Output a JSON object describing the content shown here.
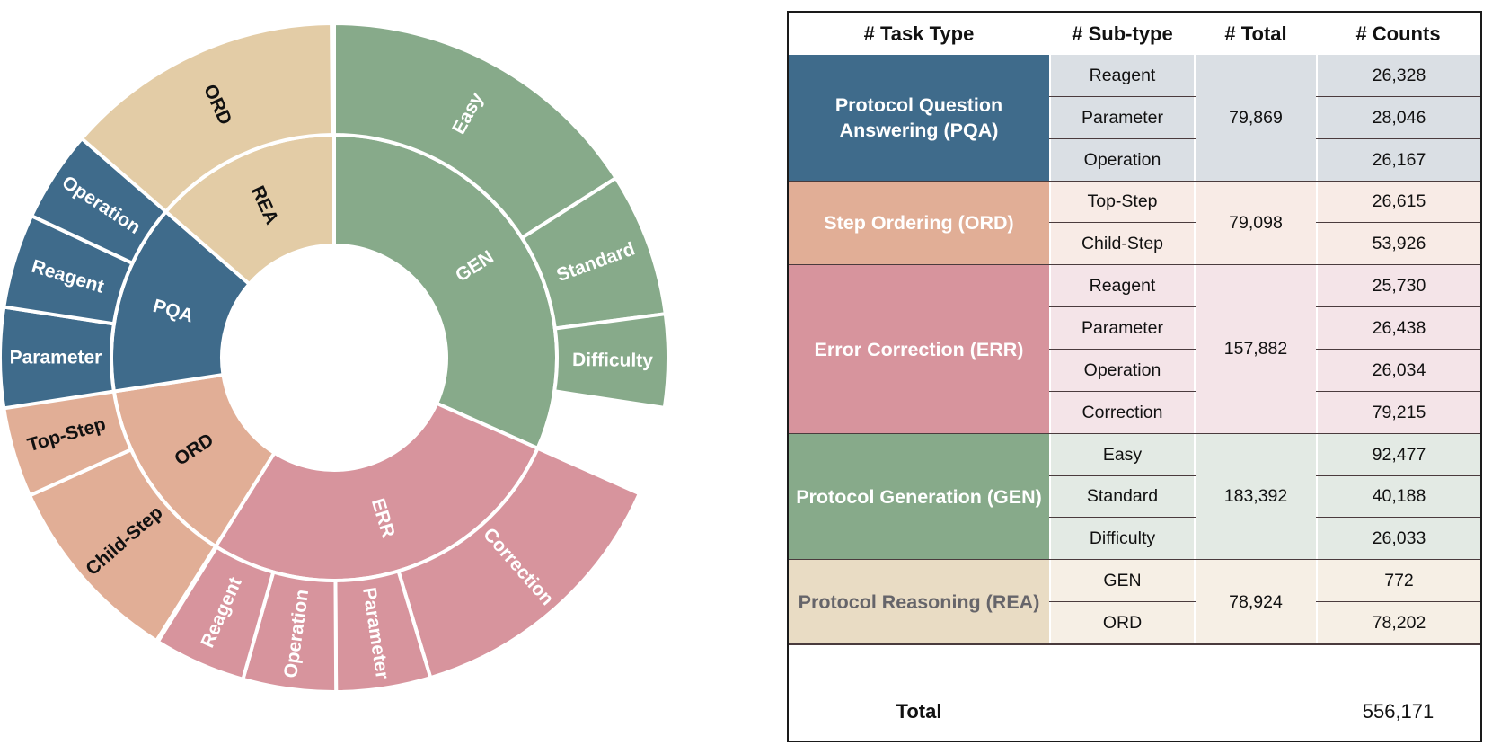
{
  "chart_data": [
    {
      "type": "sunburst",
      "inner_ring": [
        {
          "label": "GEN",
          "value": 183392,
          "color": "#87aa8a",
          "text_color": "#ffffff"
        },
        {
          "label": "ERR",
          "value": 157882,
          "color": "#d7949d",
          "text_color": "#ffffff"
        },
        {
          "label": "ORD",
          "value": 79098,
          "color": "#e1ae96",
          "text_color": "#111111"
        },
        {
          "label": "PQA",
          "value": 79869,
          "color": "#3f6b8b",
          "text_color": "#ffffff"
        },
        {
          "label": "REA",
          "value": 78924,
          "color": "#e3cca6",
          "text_color": "#111111"
        }
      ],
      "outer_ring": [
        {
          "parent": "GEN",
          "label": "Easy",
          "value": 92477
        },
        {
          "parent": "GEN",
          "label": "Standard",
          "value": 40188
        },
        {
          "parent": "GEN",
          "label": "Difficulty",
          "value": 26033
        },
        {
          "parent": "ERR",
          "label": "Correction",
          "value": 79215
        },
        {
          "parent": "ERR",
          "label": "Parameter",
          "value": 26438
        },
        {
          "parent": "ERR",
          "label": "Operation",
          "value": 26034
        },
        {
          "parent": "ERR",
          "label": "Reagent",
          "value": 25730
        },
        {
          "parent": "ORD",
          "label": "Child-Step",
          "value": 53926
        },
        {
          "parent": "ORD",
          "label": "Top-Step",
          "value": 26615
        },
        {
          "parent": "PQA",
          "label": "Parameter",
          "value": 28046
        },
        {
          "parent": "PQA",
          "label": "Reagent",
          "value": 26328
        },
        {
          "parent": "PQA",
          "label": "Operation",
          "value": 26167
        },
        {
          "parent": "REA",
          "label": "ORD",
          "value": 78202
        }
      ]
    },
    {
      "type": "table",
      "columns": [
        "# Task Type",
        "# Sub-type",
        "# Total",
        "# Counts"
      ],
      "groups": [
        {
          "task": "Protocol Question Answering (PQA)",
          "total": "79,869",
          "color": "#3f6b8b",
          "light": "#dadfe4",
          "text_color": "#ffffff",
          "rows": [
            {
              "subtype": "Reagent",
              "count": "26,328"
            },
            {
              "subtype": "Parameter",
              "count": "28,046"
            },
            {
              "subtype": "Operation",
              "count": "26,167"
            }
          ]
        },
        {
          "task": "Step Ordering (ORD)",
          "total": "79,098",
          "color": "#e1ae96",
          "light": "#f8ebe6",
          "text_color": "#ffffff",
          "rows": [
            {
              "subtype": "Top-Step",
              "count": "26,615"
            },
            {
              "subtype": "Child-Step",
              "count": "53,926"
            }
          ]
        },
        {
          "task": "Error Correction (ERR)",
          "total": "157,882",
          "color": "#d7949d",
          "light": "#f4e4e8",
          "text_color": "#ffffff",
          "rows": [
            {
              "subtype": "Reagent",
              "count": "25,730"
            },
            {
              "subtype": "Parameter",
              "count": "26,438"
            },
            {
              "subtype": "Operation",
              "count": "26,034"
            },
            {
              "subtype": "Correction",
              "count": "79,215"
            }
          ]
        },
        {
          "task": "Protocol Generation (GEN)",
          "total": "183,392",
          "color": "#87aa8a",
          "light": "#e3eae4",
          "text_color": "#ffffff",
          "rows": [
            {
              "subtype": "Easy",
              "count": "92,477"
            },
            {
              "subtype": "Standard",
              "count": "40,188"
            },
            {
              "subtype": "Difficulty",
              "count": "26,033"
            }
          ]
        },
        {
          "task": "Protocol Reasoning (REA)",
          "total": "78,924",
          "color": "#e9dcc4",
          "light": "#f6efe5",
          "text_color": "#66656a",
          "rows": [
            {
              "subtype": "GEN",
              "count": "772"
            },
            {
              "subtype": "ORD",
              "count": "78,202"
            }
          ]
        }
      ],
      "total_label": "Total",
      "grand_total": "556,171"
    }
  ]
}
